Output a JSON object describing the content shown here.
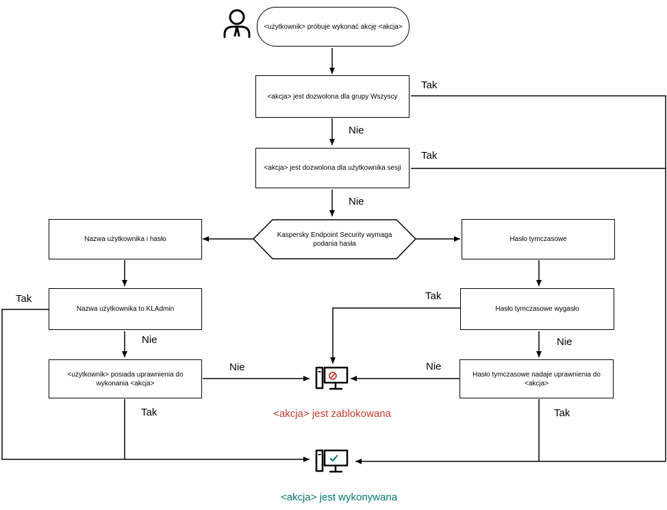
{
  "nodes": {
    "start": "<użytkownik> próbuje wykonać akcję <akcja>",
    "allowed_everyone": "<akcja> jest dozwolona dla grupy Wszyscy",
    "allowed_session_user": "<akcja> jest dozwolona dla użytkownika sesji",
    "decision": "Kaspersky Endpoint Security wymaga podania hasła",
    "username_password": "Nazwa użytkownika i hasło",
    "username_kladmin": "Nazwa użytkownika to KLAdmin",
    "user_has_permissions": "<użytkownik> posiada uprawnienia do wykonania <akcja>",
    "temp_password": "Hasło tymczasowe",
    "temp_password_expired": "Hasło tymczasowe wygasło",
    "temp_password_grants": "Hasło tymczasowe nadaje uprawnienia do <akcja>"
  },
  "labels": {
    "yes": "Tak",
    "no": "Nie"
  },
  "results": {
    "blocked": "<akcja> jest zablokowana",
    "executed": "<akcja> jest wykonywana"
  },
  "colors": {
    "blocked": "#c0392b",
    "executed": "#00776a",
    "line": "#000000"
  },
  "icons": {
    "user": "user-icon",
    "blocked": "computer-blocked-icon",
    "executed": "computer-allowed-icon"
  }
}
